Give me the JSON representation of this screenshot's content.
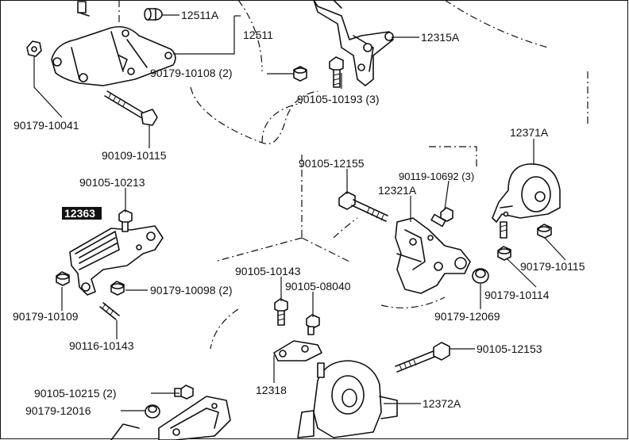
{
  "diagram": {
    "border_color": "#111111",
    "highlight_label_bg": "#111111",
    "part_numbers": {
      "p12511A": "12511A",
      "p12511": "12511",
      "p90179_10108": "90179-10108 (2)",
      "p12315A": "12315A",
      "p90105_10193": "90105-10193 (3)",
      "p90179_10041": "90179-10041",
      "p90109_10115": "90109-10115",
      "p12371A": "12371A",
      "p90105_12155": "90105-12155",
      "p90119_10692": "90119-10692 (3)",
      "p12321A": "12321A",
      "p90105_10213": "90105-10213",
      "p12363": "12363",
      "p90179_10115": "90179-10115",
      "p90179_10114": "90179-10114",
      "p90105_10143": "90105-10143",
      "p90105_08040": "90105-08040",
      "p90179_10098": "90179-10098 (2)",
      "p90179_10109": "90179-10109",
      "p90179_12069": "90179-12069",
      "p90116_10143": "90116-10143",
      "p90105_12153": "90105-12153",
      "p12318": "12318",
      "p90105_10215": "90105-10215 (2)",
      "p12372A": "12372A",
      "p90179_12016": "90179-12016"
    }
  }
}
